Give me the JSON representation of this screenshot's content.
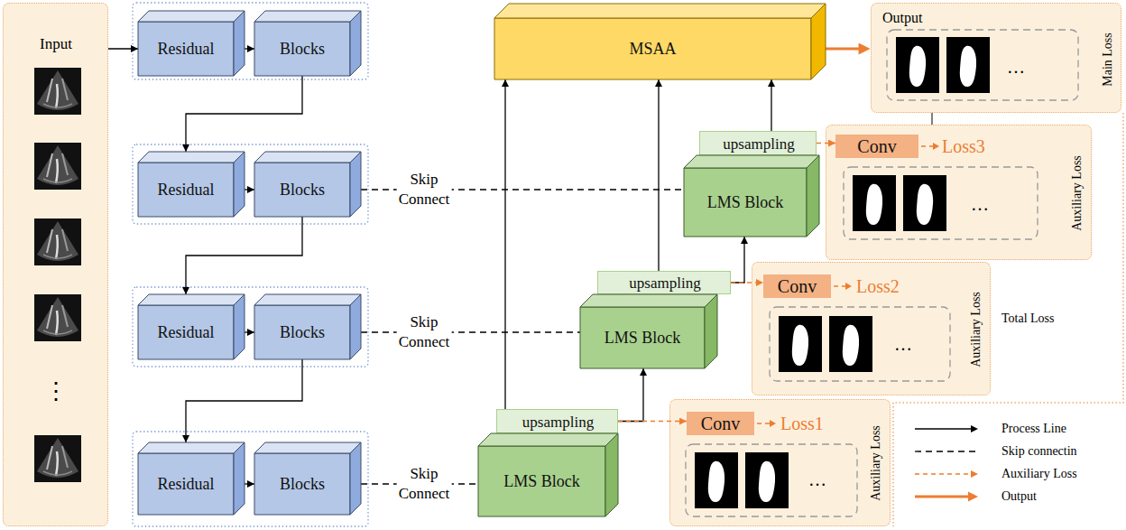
{
  "diagram": {
    "nodes": [
      {
        "text": [
          "Input",
          "⋮"
        ]
      },
      {
        "text": [
          "Residual"
        ]
      },
      {
        "text": [
          "Blocks"
        ]
      },
      {
        "text": [
          "Residual"
        ]
      },
      {
        "text": [
          "Blocks"
        ]
      },
      {
        "text": [
          "Residual"
        ]
      },
      {
        "text": [
          "Blocks"
        ]
      },
      {
        "text": [
          "Residual"
        ]
      },
      {
        "text": [
          "Blocks"
        ]
      },
      {
        "text": [
          "MSAA"
        ]
      },
      {
        "text": [
          "Output",
          "…",
          "Main Loss"
        ]
      },
      {
        "text": [
          "upsampling"
        ]
      },
      {
        "text": [
          "LMS Block"
        ]
      },
      {
        "text": [
          "Loss3",
          "…",
          "Auxiliary Loss"
        ]
      },
      {
        "text": [
          "Conv"
        ],
        "in": 13
      },
      {
        "text": [
          "upsampling"
        ]
      },
      {
        "text": [
          "LMS Block"
        ]
      },
      {
        "text": [
          "Loss2",
          "…",
          "Auxiliary Loss"
        ]
      },
      {
        "text": [
          "Conv"
        ],
        "in": 17
      },
      {
        "text": [
          "upsampling"
        ]
      },
      {
        "text": [
          "LMS Block"
        ]
      },
      {
        "text": [
          "Loss1",
          "…",
          "Auxiliary Loss"
        ]
      },
      {
        "text": [
          "Conv"
        ],
        "in": 21
      }
    ],
    "edges": [
      {
        "from": 0,
        "to": 1,
        "arrow": "to"
      },
      {
        "from": 1,
        "to": 2,
        "arrow": "to"
      },
      {
        "from": 2,
        "to": 3,
        "arrow": "to"
      },
      {
        "from": 3,
        "to": 4,
        "arrow": "to"
      },
      {
        "from": 4,
        "to": 5,
        "arrow": "to"
      },
      {
        "from": 5,
        "to": 6,
        "arrow": "to"
      },
      {
        "from": 6,
        "to": 7,
        "arrow": "to"
      },
      {
        "from": 7,
        "to": 8,
        "arrow": "to"
      },
      {
        "from": 4,
        "to": 12,
        "arrow": "none",
        "label": "Skip Connect"
      },
      {
        "from": 6,
        "to": 16,
        "arrow": "none",
        "label": "Skip Connect"
      },
      {
        "from": 8,
        "to": 20,
        "arrow": "none",
        "label": "Skip Connect"
      },
      {
        "from": 19,
        "to": 9,
        "arrow": "to"
      },
      {
        "from": 15,
        "to": 9,
        "arrow": "to"
      },
      {
        "from": 11,
        "to": 9,
        "arrow": "to"
      },
      {
        "from": 19,
        "to": 16,
        "arrow": "to"
      },
      {
        "from": 15,
        "to": 12,
        "arrow": "to"
      },
      {
        "from": 19,
        "to": 22,
        "arrow": "to"
      },
      {
        "from": 15,
        "to": 18,
        "arrow": "to"
      },
      {
        "from": 11,
        "to": 14,
        "arrow": "to"
      },
      {
        "from": 9,
        "to": 10,
        "arrow": "to"
      },
      {
        "from": 10,
        "to": 13,
        "arrow": "none"
      }
    ],
    "labels": [
      "Total Loss"
    ],
    "legend": [
      {
        "text": "Process Line"
      },
      {
        "text": "Skip connectin"
      },
      {
        "text": "Auxiliary Loss"
      },
      {
        "text": "Output"
      }
    ]
  }
}
